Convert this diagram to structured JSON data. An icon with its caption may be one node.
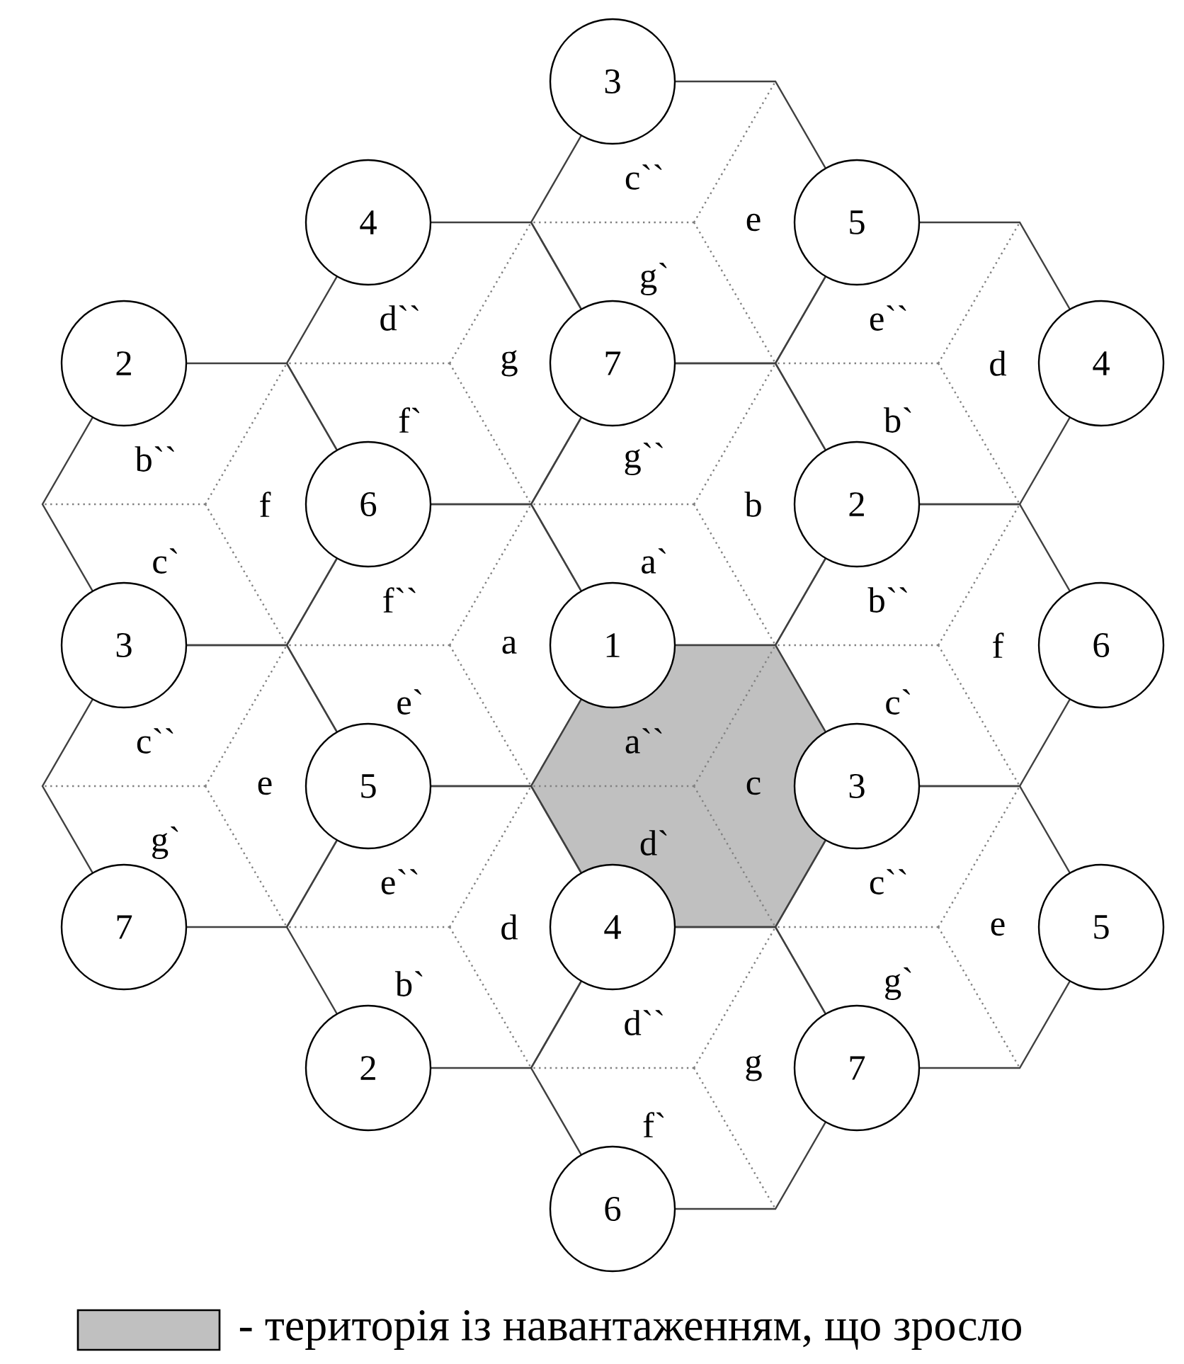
{
  "diagram": {
    "nodes": [
      {
        "text": [
          "3"
        ]
      },
      {
        "text": [
          "4"
        ]
      },
      {
        "text": [
          "5"
        ]
      },
      {
        "text": [
          "2"
        ]
      },
      {
        "text": [
          "7"
        ]
      },
      {
        "text": [
          "4"
        ]
      },
      {
        "text": [
          "6"
        ]
      },
      {
        "text": [
          "2"
        ]
      },
      {
        "text": [
          "3"
        ]
      },
      {
        "text": [
          "1"
        ]
      },
      {
        "text": [
          "6"
        ]
      },
      {
        "text": [
          "5"
        ]
      },
      {
        "text": [
          "3"
        ]
      },
      {
        "text": [
          "7"
        ]
      },
      {
        "text": [
          "4"
        ]
      },
      {
        "text": [
          "5"
        ]
      },
      {
        "text": [
          "2"
        ]
      },
      {
        "text": [
          "7"
        ]
      },
      {
        "text": [
          "6"
        ]
      }
    ],
    "labels": [
      "c``",
      "e",
      "g`",
      "d``",
      "e``",
      "g",
      "d",
      "f`",
      "b`",
      "b``",
      "g``",
      "f",
      "b",
      "c`",
      "a`",
      "f``",
      "b``",
      "a",
      "f",
      "e`",
      "c`",
      "c``",
      "a``",
      "e",
      "c",
      "g`",
      "d`",
      "e``",
      "c``",
      "d",
      "e",
      "b`",
      "g`",
      "d``",
      "g",
      "f`"
    ],
    "legend": [
      {
        "text": "- територія із навантаженням, що зросло",
        "color": "#c0c0c0"
      }
    ]
  }
}
